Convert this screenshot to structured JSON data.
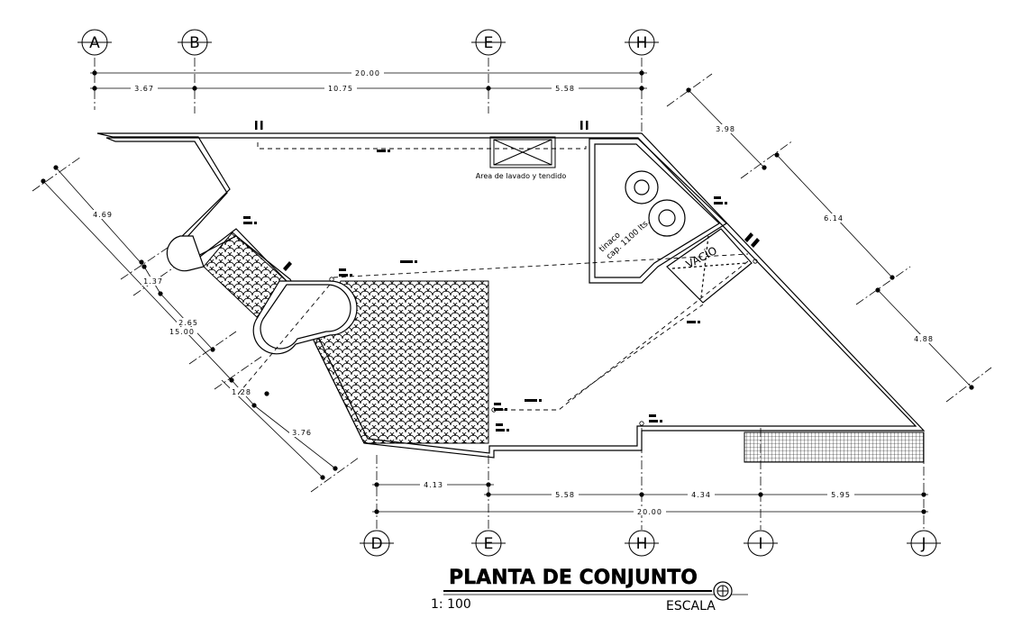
{
  "axes_top": [
    "A",
    "B",
    "E",
    "H"
  ],
  "axes_bottom": [
    "D",
    "E",
    "H",
    "I",
    "J"
  ],
  "dims_top": {
    "total": "20.00",
    "a": "3.67",
    "b": "10.75",
    "c": "5.58"
  },
  "dims_bottom": {
    "d_e": "4.13",
    "e_h": "5.58",
    "h_i": "4.34",
    "i_j": "5.95",
    "total": "20.00"
  },
  "dims_left": {
    "d1": "4.69",
    "d2": "1.37",
    "d3": "2.65",
    "total": "15.00",
    "d4": "1.28",
    "d5": "3.76"
  },
  "dims_right": {
    "d1": "3.98",
    "d2": "6.14",
    "d3": "4.88"
  },
  "labels": {
    "laundry": "Area de lavado y tendido",
    "tank_line1": "tinaco",
    "tank_line2": "cap. 1100 lts.",
    "void": "VACÍO"
  },
  "title": {
    "text": "PLANTA DE CONJUNTO",
    "scale": "1: 100",
    "scale_word": "ESCALA"
  }
}
